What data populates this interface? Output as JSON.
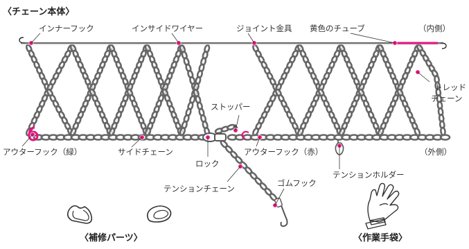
{
  "colors": {
    "accent": "#e5137e",
    "chain": "#666666",
    "text": "#333333"
  },
  "headings": {
    "main": "〈チェーン本体〉",
    "repair": "〈補修パーツ〉",
    "gloves": "〈作業手袋〉"
  },
  "labels": {
    "inner_hook": "インナーフック",
    "inside_wire": "インサイドワイヤー",
    "joint": "ジョイント金具",
    "yellow_tube": "黄色のチューブ",
    "inner_side": "（内側）",
    "tread_chain_1": "トレッド",
    "tread_chain_2": "チェーン",
    "stopper": "ストッパー",
    "outer_hook_green": "アウターフック（緑）",
    "side_chain": "サイドチェーン",
    "lock": "ロック",
    "outer_hook_red": "アウターフック（赤）",
    "outer_side": "（外側）",
    "tension_holder": "テンションホルダー",
    "tension_chain": "テンションチェーン",
    "rubber_hook": "ゴムフック"
  },
  "icons": {
    "repair_part_1": "chain-repair-link-icon",
    "repair_part_2": "chain-repair-ring-icon",
    "gloves": "work-glove-icon"
  }
}
